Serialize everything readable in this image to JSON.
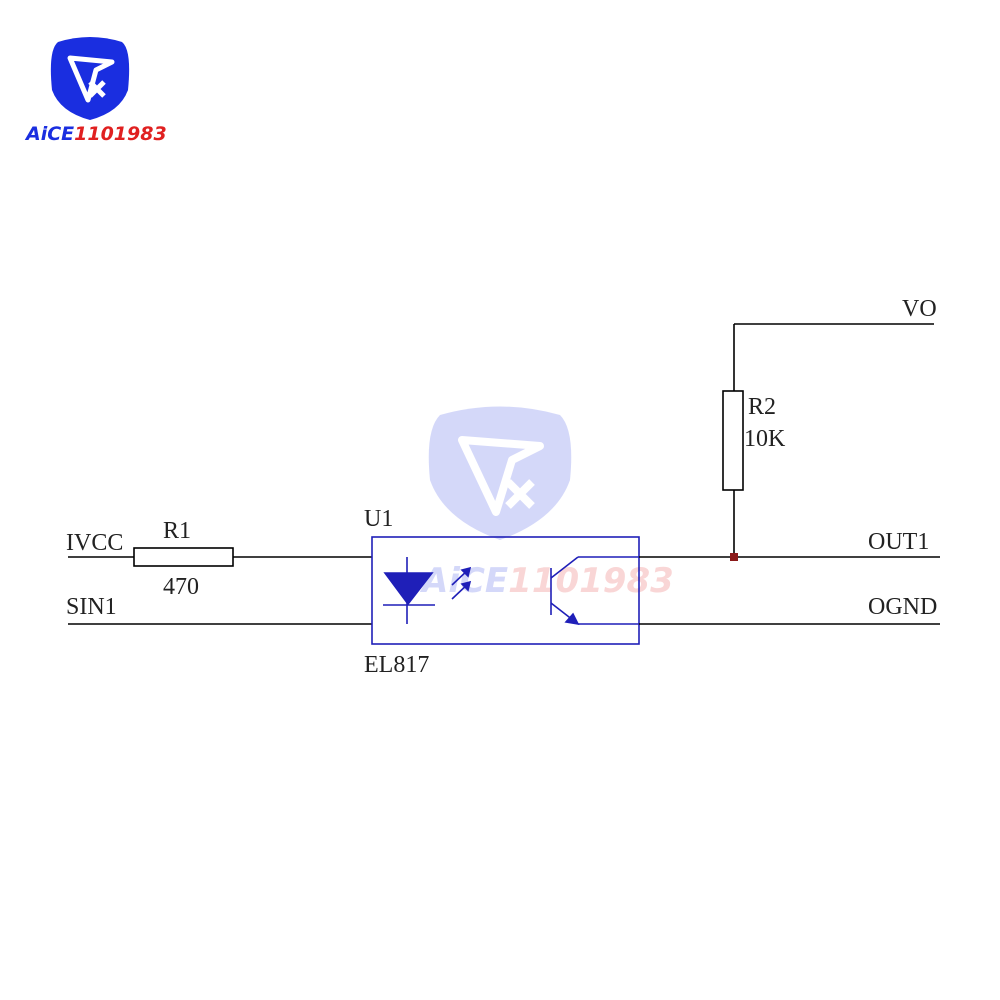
{
  "logo": {
    "brand": "AiCE1101983"
  },
  "watermark": {
    "brand": "AiCE1101983"
  },
  "colors": {
    "wire": "#000000",
    "optocoupler": "#1f1fb8",
    "logo_blue": "#1a2ee0",
    "logo_red": "#e02020",
    "junction": "#8b1a1a"
  },
  "schematic": {
    "nets": {
      "ivcc": "IVCC",
      "sin1": "SIN1",
      "vo": "VO",
      "out1": "OUT1",
      "ognd": "OGND"
    },
    "r1": {
      "designator": "R1",
      "value": "470"
    },
    "r2": {
      "designator": "R2",
      "value": "10K"
    },
    "u1": {
      "designator": "U1",
      "part": "EL817"
    }
  }
}
